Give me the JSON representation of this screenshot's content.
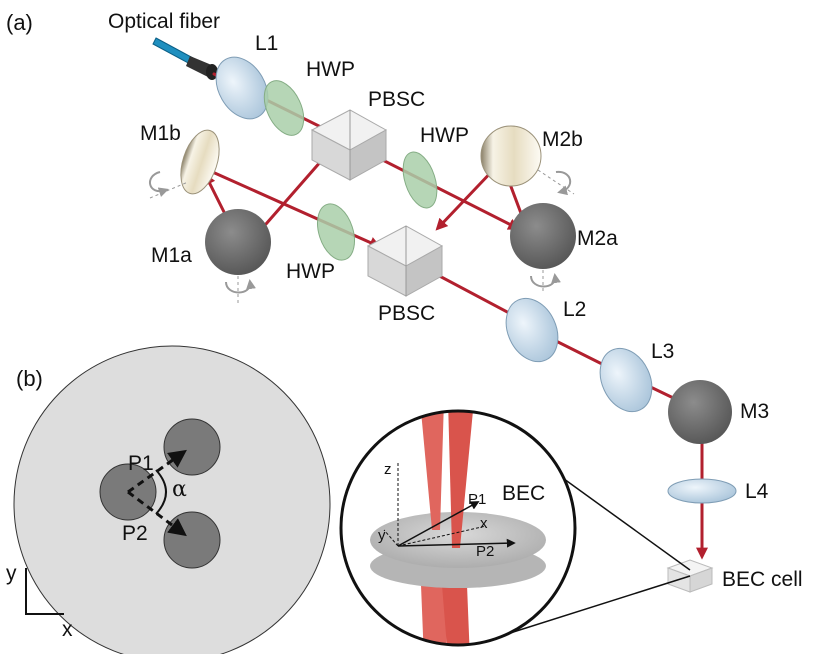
{
  "panel_a": {
    "tag": "(a)",
    "labels": {
      "fiber": "Optical fiber",
      "l1": "L1",
      "hwp_top": "HWP",
      "pbsc_top": "PBSC",
      "hwp_mid": "HWP",
      "m1b": "M1b",
      "m2b": "M2b",
      "m1a": "M1a",
      "m2a": "M2a",
      "hwp_low": "HWP",
      "pbsc_low": "PBSC",
      "l2": "L2",
      "l3": "L3",
      "m3": "M3",
      "l4": "L4",
      "bec_cell": "BEC cell"
    }
  },
  "panel_b": {
    "tag": "(b)",
    "p1": "P1",
    "p2": "P2",
    "alpha": "α",
    "axis_y": "y",
    "axis_x": "x"
  },
  "inset": {
    "bec": "BEC",
    "z": "z",
    "y": "y",
    "x": "x",
    "p1": "P1",
    "p2": "P2"
  },
  "colors": {
    "beam": "#b2202e",
    "lens": "#c9dcea",
    "waveplate": "#a9cfa9",
    "dark_mirror": "#6b6b6b",
    "cube": "#dcdcdc",
    "bec_beam": "#e0665e",
    "panel_bg": "#dddddd"
  }
}
